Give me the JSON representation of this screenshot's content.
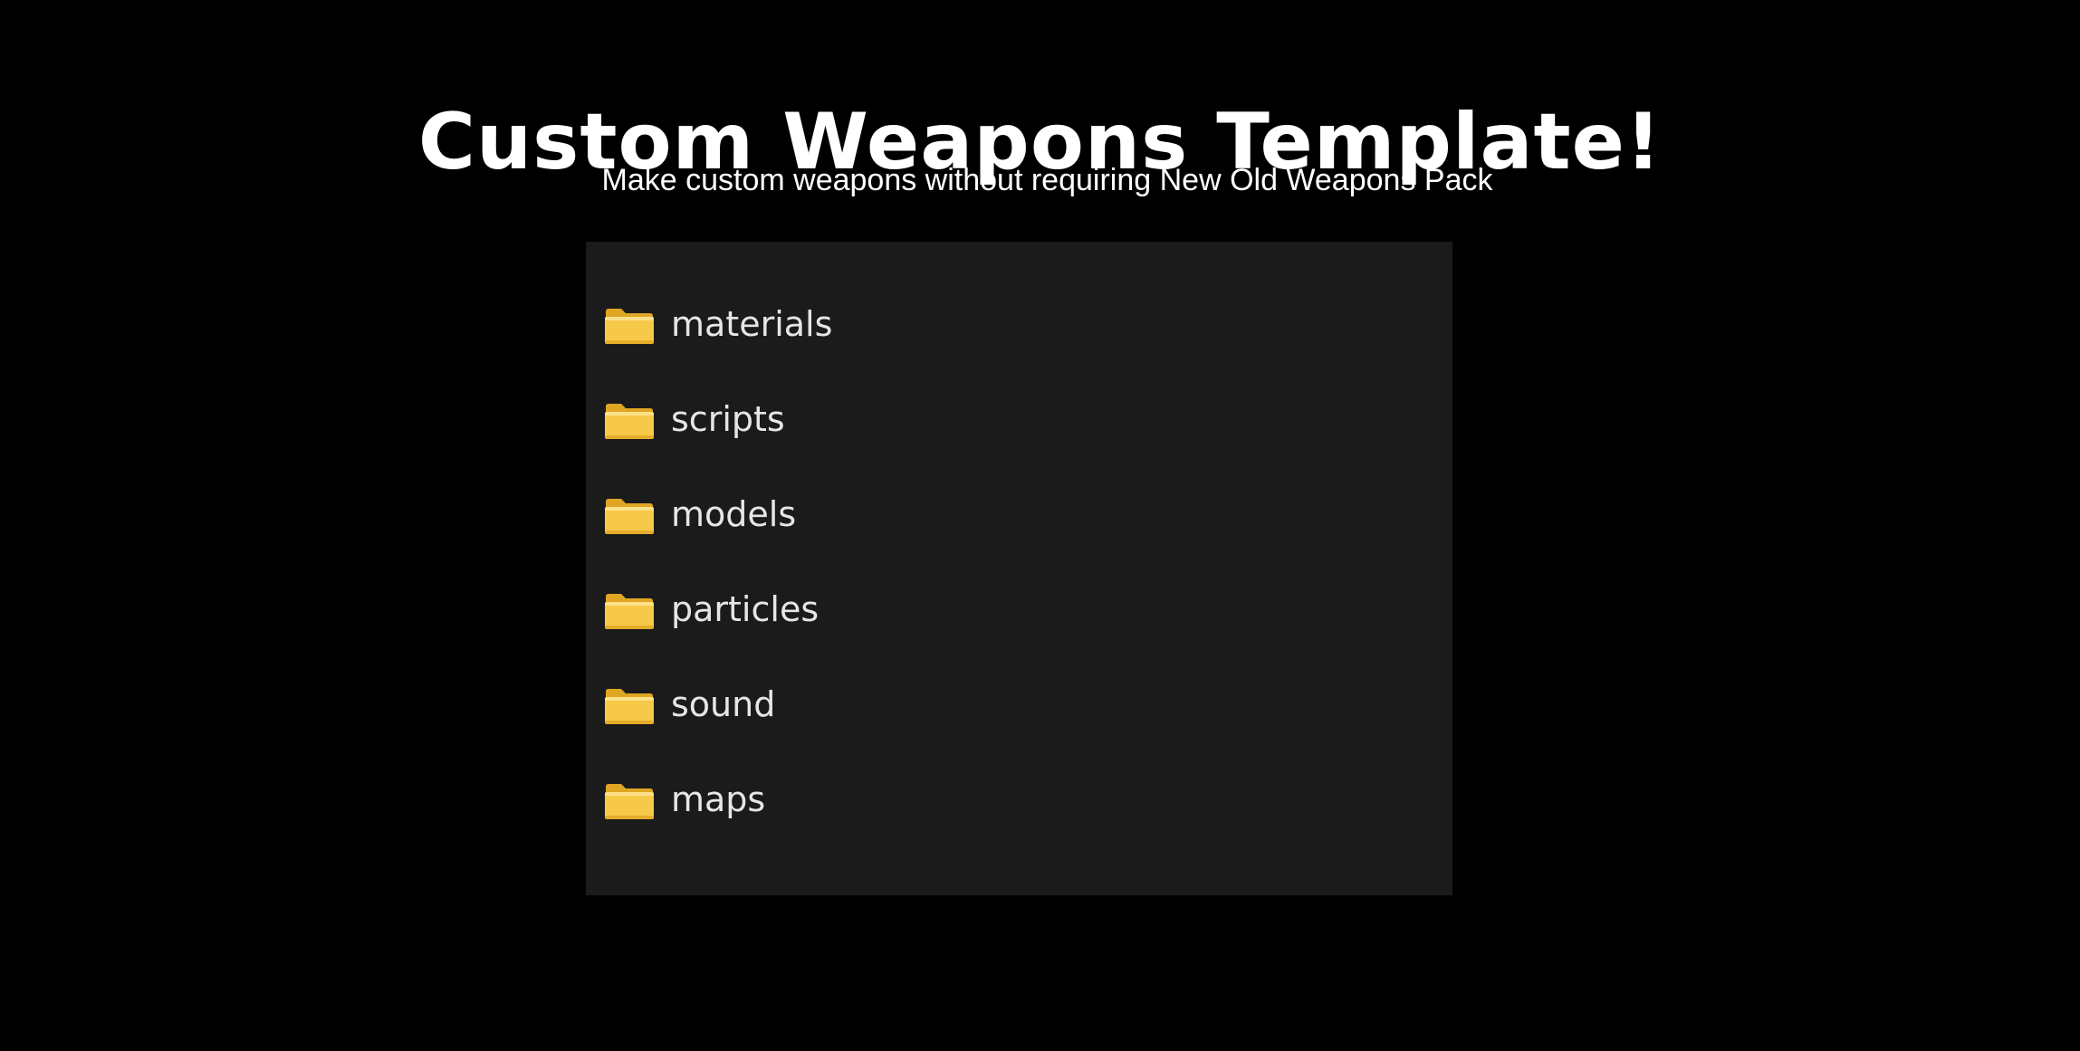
{
  "header": {
    "title": "Custom Weapons Template!",
    "subtitle": "Make custom weapons without requiring New Old Weapons Pack"
  },
  "folders": {
    "icon": "folder-icon",
    "items": [
      {
        "label": "materials"
      },
      {
        "label": "scripts"
      },
      {
        "label": "models"
      },
      {
        "label": "particles"
      },
      {
        "label": "sound"
      },
      {
        "label": "maps"
      }
    ]
  },
  "colors": {
    "background": "#000000",
    "panel": "#1b1b1b",
    "text": "#ffffff",
    "folder_text": "#e6e6e6",
    "folder_icon": "#f7c948"
  }
}
